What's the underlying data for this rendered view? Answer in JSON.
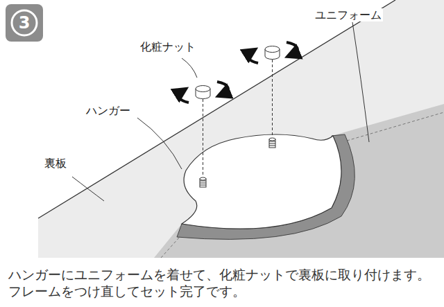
{
  "diagram": {
    "caption": "ハンガーにユニフォームを着せて、化粧ナットで裏板に取り付けます。 フレームをつけ直してセット完了です。",
    "labels": [
      "3",
      "化粧ナット",
      "ユニフォーム",
      "ハンガー",
      "裏板"
    ]
  }
}
